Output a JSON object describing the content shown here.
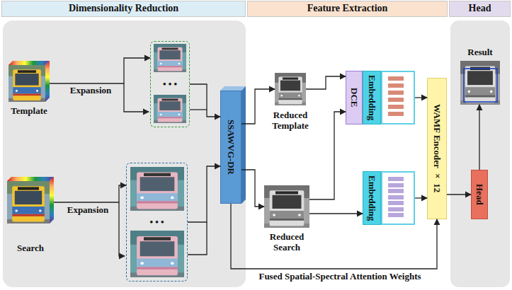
{
  "diagram": {
    "nodes": [
      {
        "text": [
          "Dimensionality Reduction"
        ]
      },
      {
        "text": [
          "Feature Extraction"
        ]
      },
      {
        "text": [
          "Head"
        ]
      },
      {
        "text": [
          "Template"
        ]
      },
      {
        "text": [
          "• • •"
        ]
      },
      {
        "text": [
          "Search"
        ]
      },
      {
        "text": [
          "• • •"
        ]
      },
      {
        "text": [
          "SSAWVG-DR"
        ]
      },
      {
        "text": [
          "Reduced Template"
        ]
      },
      {
        "text": [
          "DCE"
        ]
      },
      {
        "text": [
          "Embedding"
        ]
      },
      {
        "text": [
          "Reduced Search"
        ]
      },
      {
        "text": [
          "Embedding"
        ]
      },
      {
        "text": [
          "WAMF Encoder × 12"
        ]
      },
      {
        "text": [
          "Result"
        ]
      },
      {
        "text": [
          "Head"
        ]
      }
    ],
    "edges": [
      {
        "from": 3,
        "to": 4,
        "label": "Expansion",
        "arrow": "to"
      },
      {
        "from": 5,
        "to": 6,
        "label": "Expansion",
        "arrow": "to"
      },
      {
        "from": 4,
        "to": 7,
        "arrow": "to"
      },
      {
        "from": 6,
        "to": 7,
        "arrow": "to"
      },
      {
        "from": 7,
        "to": 8,
        "arrow": "to"
      },
      {
        "from": 7,
        "to": 11,
        "arrow": "to"
      },
      {
        "from": 8,
        "to": 9,
        "arrow": "to"
      },
      {
        "from": 11,
        "to": 9,
        "arrow": "to"
      },
      {
        "from": 11,
        "to": 12,
        "arrow": "to"
      },
      {
        "from": 10,
        "to": 13,
        "arrow": "to"
      },
      {
        "from": 12,
        "to": 13,
        "arrow": "to"
      },
      {
        "from": 13,
        "to": 15,
        "arrow": "to"
      },
      {
        "from": 15,
        "to": 14,
        "arrow": "to"
      },
      {
        "from": 7,
        "to": 13,
        "label": "Fused Spatial-Spectral Attention Weights",
        "arrow": "to"
      }
    ]
  }
}
